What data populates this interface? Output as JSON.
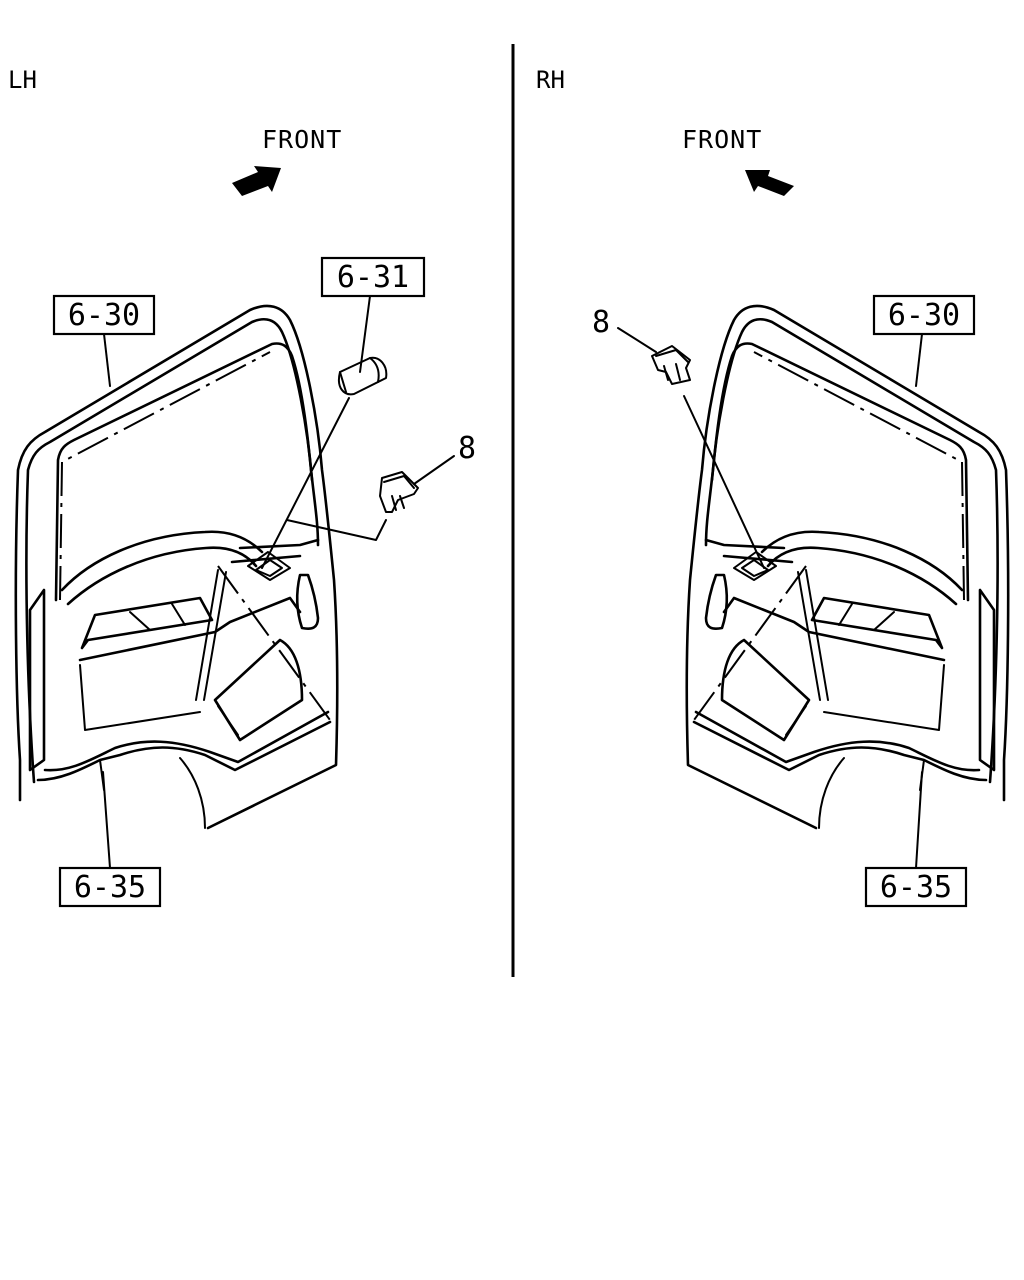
{
  "panels": {
    "left": {
      "side_label": "LH",
      "front_label": "FRONT",
      "callouts": {
        "upper_ref": "6-30",
        "lamp_ref": "6-31",
        "lower_ref": "6-35",
        "clip_part": "8"
      }
    },
    "right": {
      "side_label": "RH",
      "front_label": "FRONT",
      "callouts": {
        "upper_ref": "6-30",
        "lower_ref": "6-35",
        "clip_part": "8"
      }
    }
  },
  "icons": {
    "front_arrow_left_panel": "arrow-upper-right-icon",
    "front_arrow_right_panel": "arrow-upper-left-icon"
  },
  "colors": {
    "line": "#000000",
    "background": "#ffffff"
  }
}
